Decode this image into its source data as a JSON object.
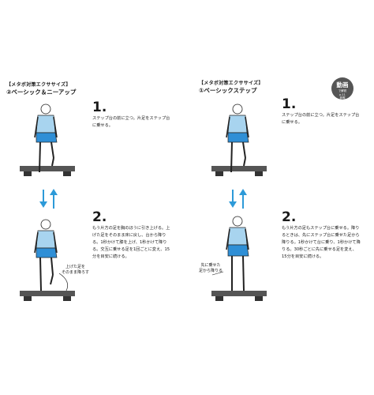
{
  "left": {
    "header": "【メタボ対策エクササイズ】",
    "title": "②ベーシック＆ニーアップ",
    "step1": {
      "num": "1.",
      "text": "ステップ台の前に立つ。片足をステップ台に乗せる。"
    },
    "step2": {
      "num": "2.",
      "text": "もう片方の足を胸のほうに引き上げる。上げた足をそのまま床に戻し、台から降りる。1秒かけて膝を上げ、1秒かけて降りる。交互に乗せる足を1回ごとに変え、15分を目安に続ける。"
    },
    "note": [
      "上げた足を",
      "そのまま降ろす"
    ]
  },
  "right": {
    "header": "【メタボ対策エクササイズ】",
    "title": "①ベーシックステップ",
    "badge": {
      "big": "動画",
      "small1": "で解説",
      "small2": "p.11",
      "small3": "参照"
    },
    "step1": {
      "num": "1.",
      "text": "ステップ台の前に立つ。片足をステップ台に乗せる。"
    },
    "step2": {
      "num": "2.",
      "text": "もう片方の足もステップ台に乗せる。降りるときは、先にステップ台に乗せた足から降りる。1秒かけて台に乗り、1秒かけて降りる。30秒ごとに先に乗せる足を変え、15分を目安に続ける。"
    },
    "note": [
      "先に乗せた",
      "足から降りる"
    ]
  },
  "colors": {
    "shirt": "#a8d4ef",
    "shorts": "#2f8fd6",
    "arrow": "#2d9ad8",
    "step": "#555555"
  }
}
